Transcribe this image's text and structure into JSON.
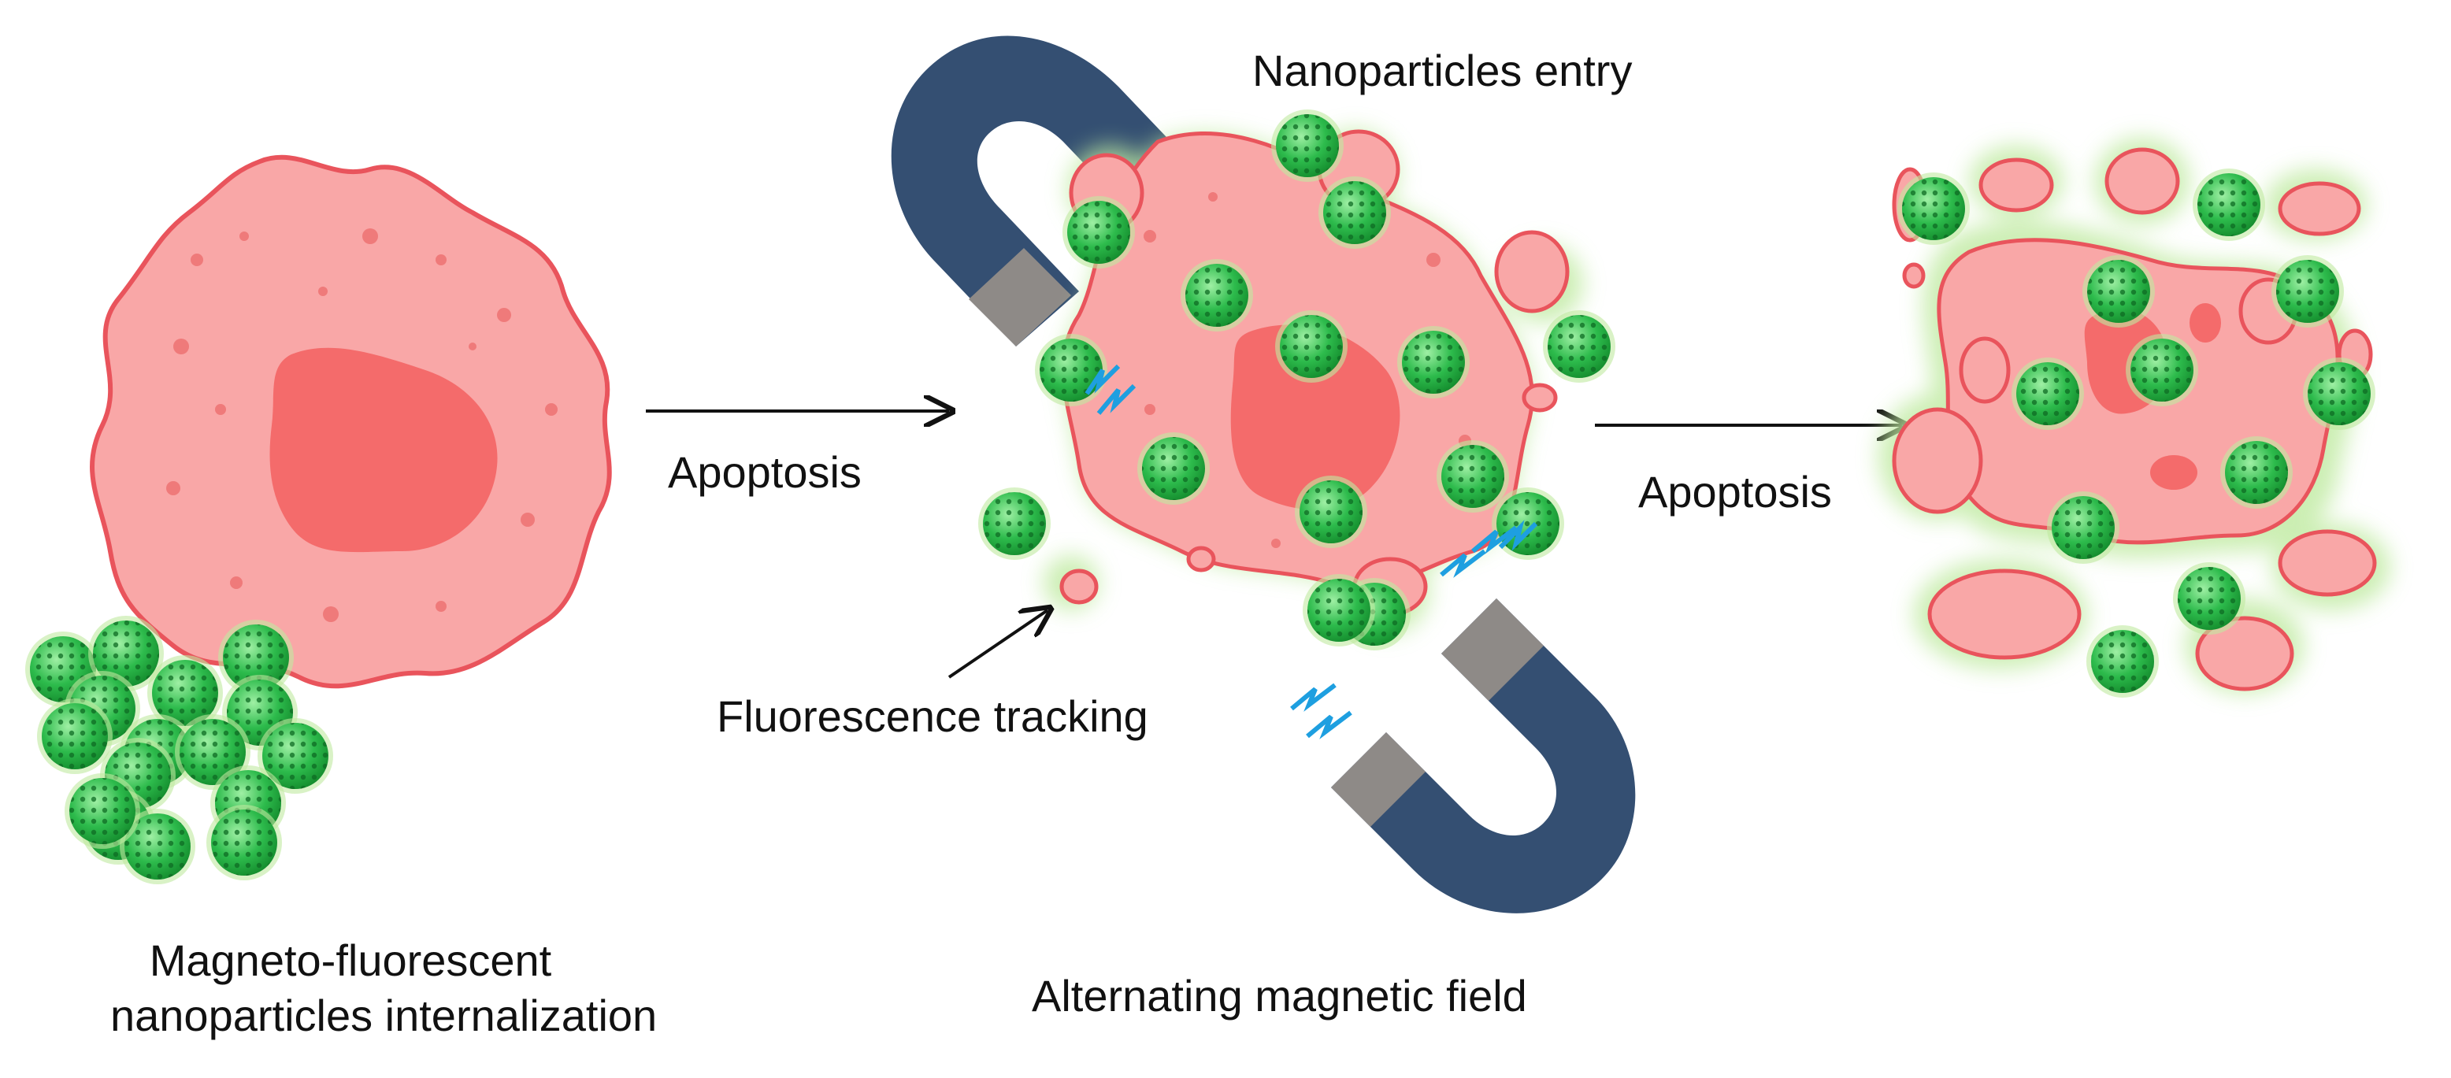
{
  "labels": {
    "left_caption_line1": "Magneto-fluorescent",
    "left_caption_line2": "nanoparticles internalization",
    "apoptosis_1": "Apoptosis",
    "apoptosis_2": "Apoptosis",
    "nanoparticles_entry": "Nanoparticles entry",
    "fluorescence_tracking": "Fluorescence tracking",
    "magnetic_field": "Alternating magnetic field"
  },
  "colors": {
    "cell_fill": "#f9a7a7",
    "cell_stroke": "#e9545c",
    "nucleus": "#f46b6b",
    "nanoparticle": "#1fa53c",
    "nanoparticle_light": "#7fe08a",
    "glow": "#bfeaa0",
    "magnet": "#344f72",
    "magnet_pole": "#8e8a87",
    "spark": "#1e9fe0",
    "arrow": "#111111"
  },
  "icons": {
    "cell": "cancer-cell-icon",
    "particle": "nanoparticle-icon",
    "magnet": "horseshoe-magnet-icon",
    "spark": "lightning-spark-icon"
  }
}
